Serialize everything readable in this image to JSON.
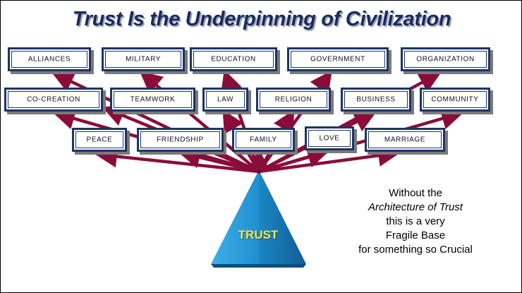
{
  "title": "Trust Is the Underpinning of Civilization",
  "boxes": {
    "alliances": "ALLIANCES",
    "military": "MILITARY",
    "education": "EDUCATION",
    "government": "GOVERNMENT",
    "organization": "ORGANIZATION",
    "co_creation": "CO-CREATION",
    "teamwork": "TEAMWORK",
    "law": "LAW",
    "religion": "RELIGION",
    "business": "BUSINESS",
    "community": "COMMUNITY",
    "peace": "PEACE",
    "friendship": "FRIENDSHIP",
    "family": "FAMILY",
    "love": "LOVE",
    "marriage": "MARRIAGE"
  },
  "base_label": "TRUST",
  "note": {
    "line1": "Without the",
    "line2": "Architecture of Trust",
    "line3": "this is a very",
    "line4": "Fragile Base",
    "line5": "for something so Crucial"
  },
  "colors": {
    "title": "#1a2a5e",
    "box_border": "#1c3563",
    "arrow": "#8a0c3a",
    "pyramid": "#2a9ad6",
    "trust_label": "#f2e84a"
  }
}
